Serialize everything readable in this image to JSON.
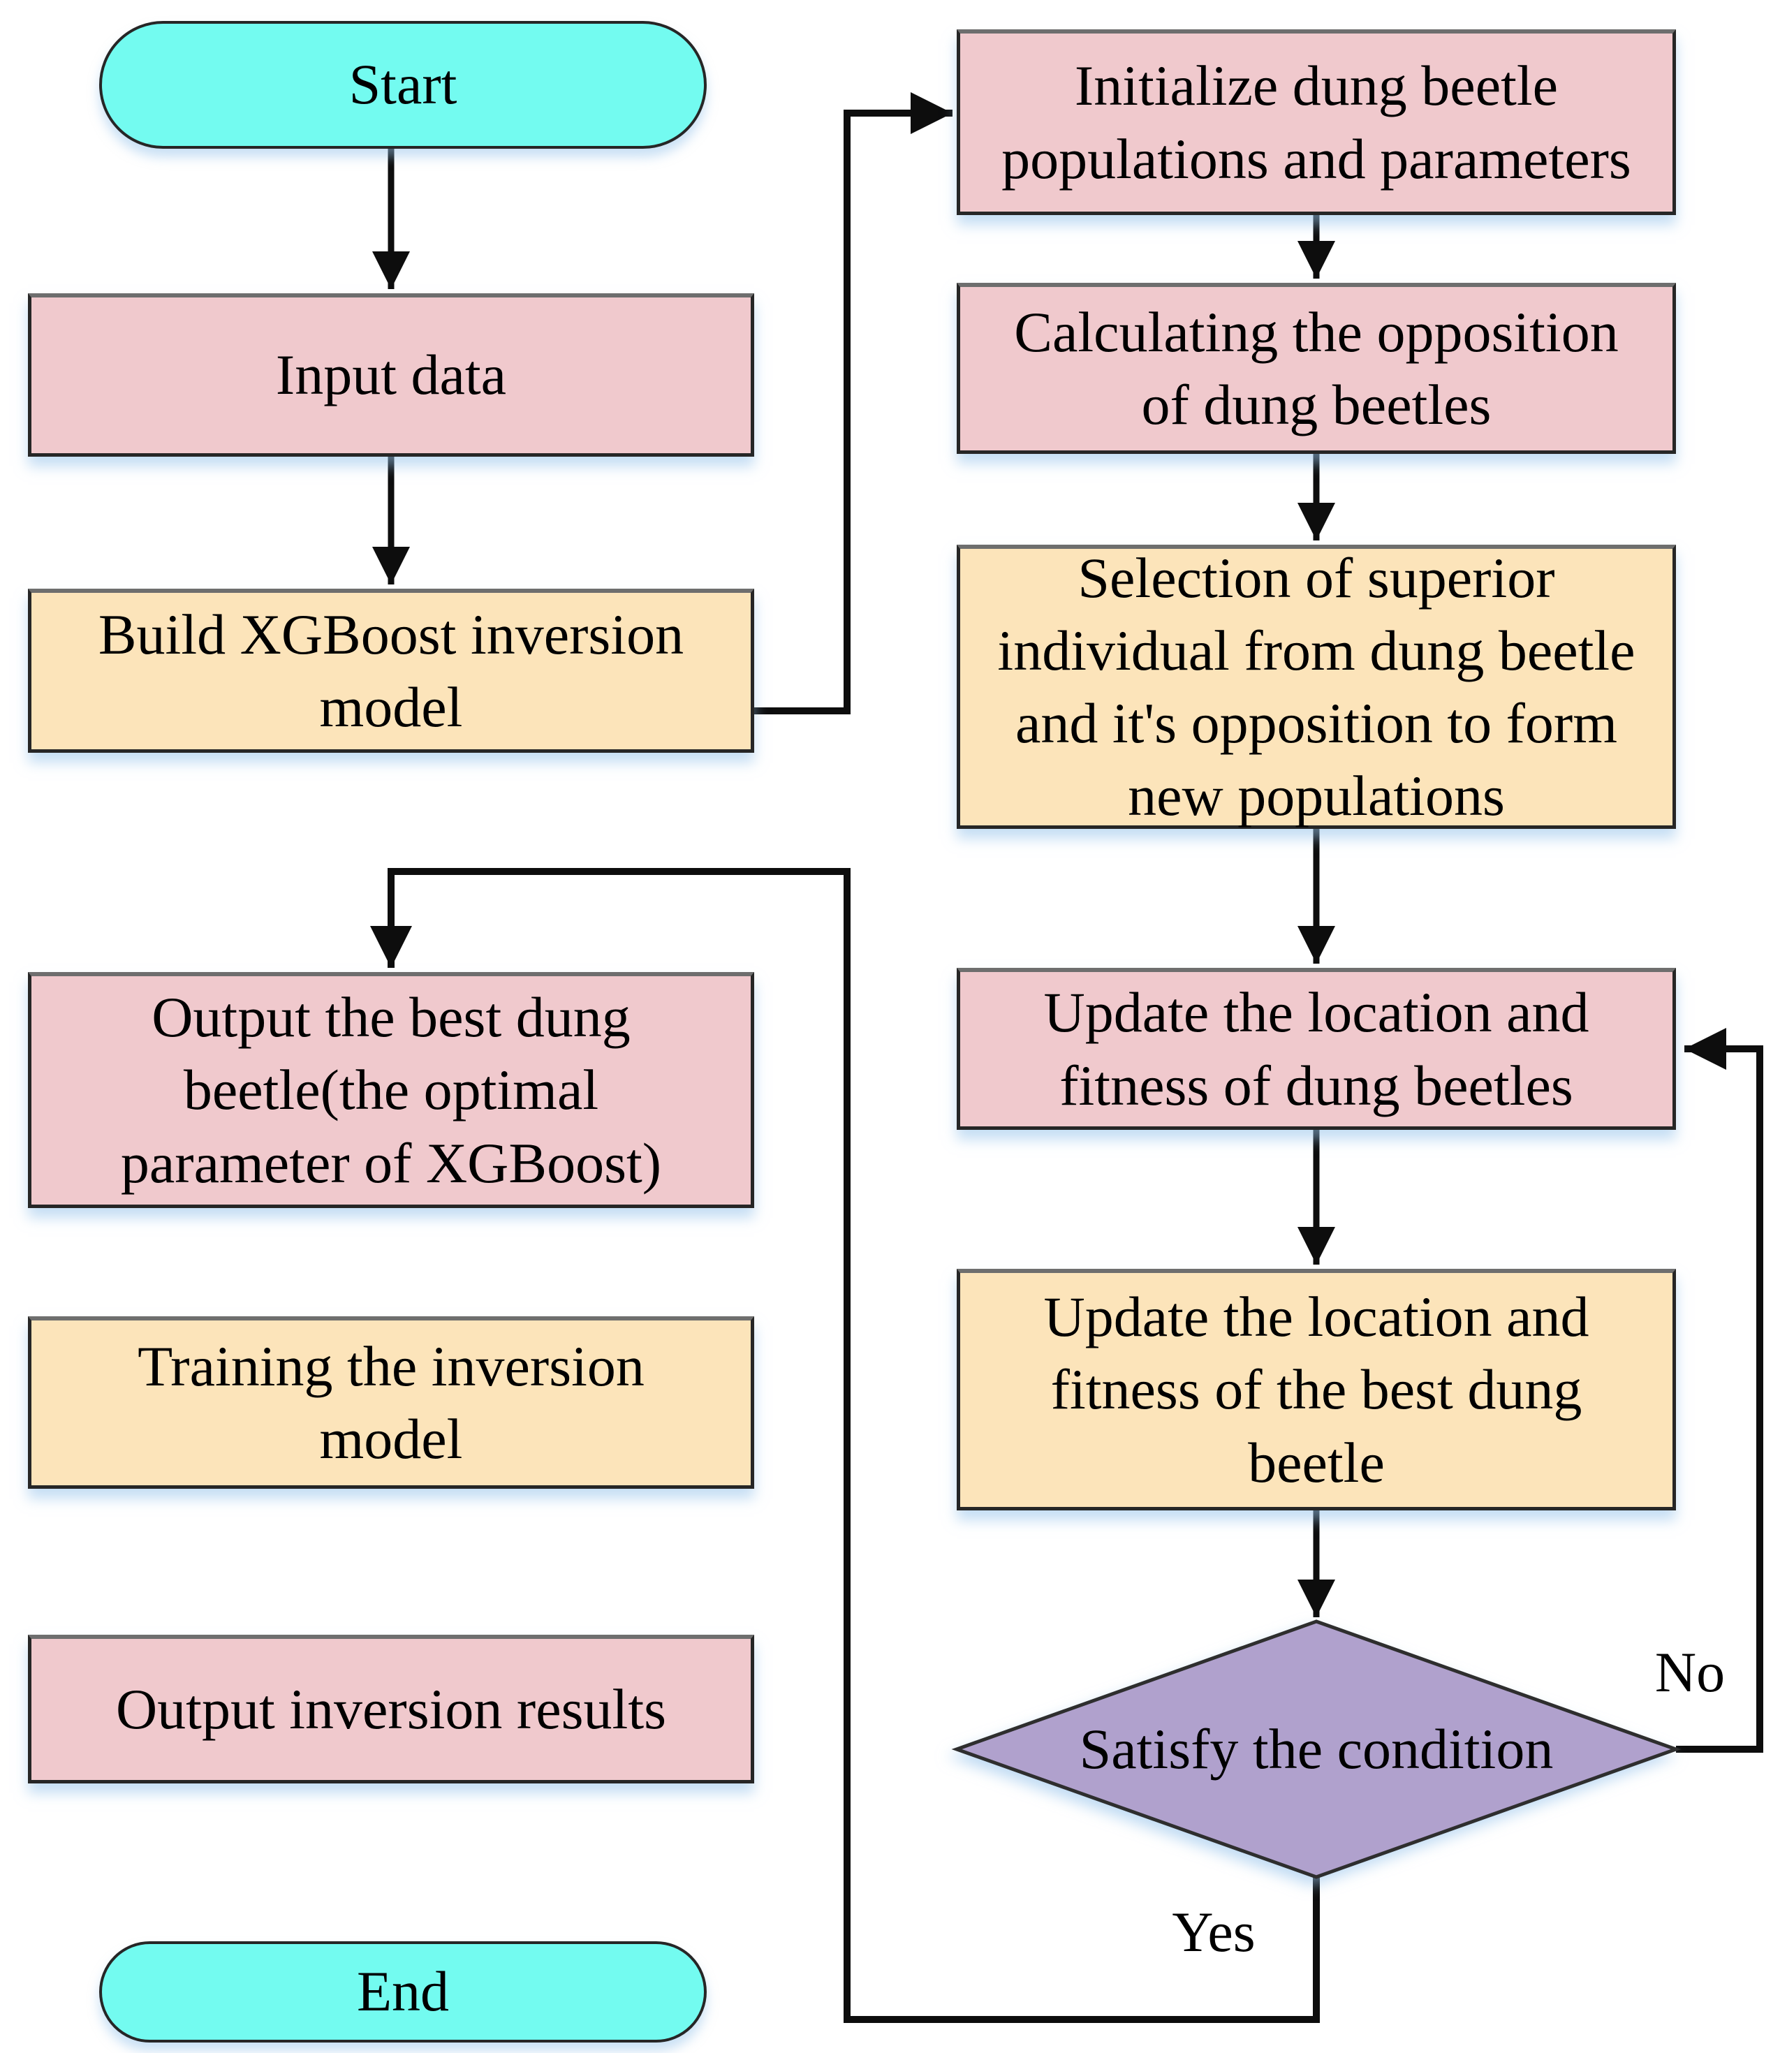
{
  "diagram": {
    "type": "flowchart",
    "colors": {
      "terminator_fill": "#73FBF0",
      "process_pink_fill": "#F0C9CD",
      "process_tan_fill": "#FCE4BA",
      "decision_fill": "#B0A1CD",
      "border": "#262626",
      "arrow": "#0d0d0d",
      "shadow": "rgba(150,195,235,0.55)"
    },
    "nodes": [
      {
        "id": "start",
        "shape": "terminator",
        "label": "Start"
      },
      {
        "id": "input-data",
        "shape": "process",
        "label": "Input data"
      },
      {
        "id": "build-model",
        "shape": "process",
        "label": "Build XGBoost inversion\nmodel"
      },
      {
        "id": "output-best",
        "shape": "process",
        "label": "Output the best dung\nbeetle(the optimal\nparameter of XGBoost)"
      },
      {
        "id": "training",
        "shape": "process",
        "label": "Training the inversion\nmodel"
      },
      {
        "id": "output-results",
        "shape": "process",
        "label": "Output inversion results"
      },
      {
        "id": "end",
        "shape": "terminator",
        "label": "End"
      },
      {
        "id": "initialize",
        "shape": "process",
        "label": "Initialize dung beetle\npopulations and parameters"
      },
      {
        "id": "calculating",
        "shape": "process",
        "label": "Calculating the opposition\nof dung beetles"
      },
      {
        "id": "selection",
        "shape": "process",
        "label": "Selection of superior\nindividual from dung beetle\nand it's opposition to form\nnew populations"
      },
      {
        "id": "update-beetles",
        "shape": "process",
        "label": "Update the location and\nfitness of dung beetles"
      },
      {
        "id": "update-best",
        "shape": "process",
        "label": "Update the location and\nfitness of the best dung\nbeetle"
      },
      {
        "id": "condition",
        "shape": "decision",
        "label": "Satisfy the condition"
      }
    ],
    "edge_labels": {
      "yes": "Yes",
      "no": "No"
    }
  }
}
